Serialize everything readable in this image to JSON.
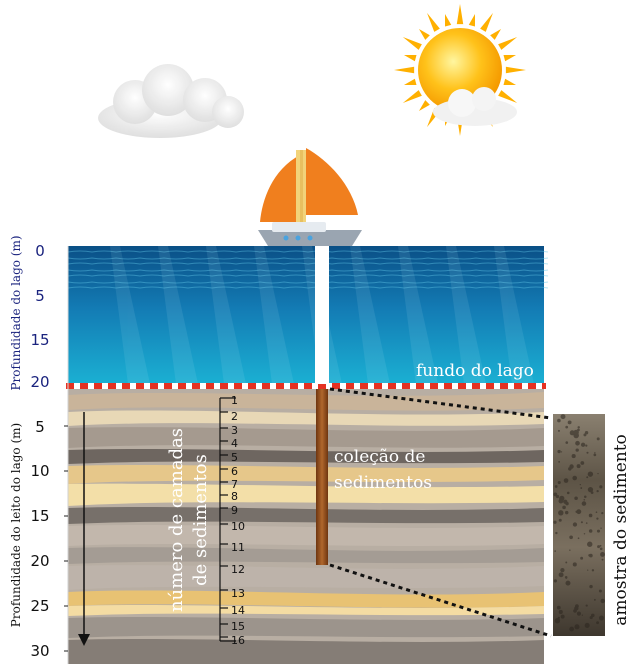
{
  "lake": {
    "axis_label": "Profundidade do lago (m)",
    "ticks": [
      "0",
      "5",
      "15",
      "20"
    ],
    "bottom_label": "fundo do lago"
  },
  "bed": {
    "axis_label": "Profundidade do leito do lago (m)",
    "ticks": [
      "5",
      "10",
      "15",
      "20",
      "25",
      "30"
    ]
  },
  "layers": {
    "label_line1": "número de camadas",
    "label_line2": "de sedimentos",
    "numbers": [
      "1",
      "2",
      "3",
      "4",
      "5",
      "6",
      "7",
      "8",
      "9",
      "10",
      "11",
      "12",
      "13",
      "14",
      "15",
      "16"
    ]
  },
  "core": {
    "label_line1": "coleção de",
    "label_line2": "sedimentos"
  },
  "sample": {
    "label": "amostra do sedimento"
  },
  "colors": {
    "lake_label": "#1a237e",
    "water_top": "#0b5f9a",
    "water_bottom": "#1aa0c8",
    "dashed_line": "#e53222",
    "core_tube": "#8a4a1c",
    "sail": "#f07f1e",
    "sun": "#ffb000"
  },
  "icons": [
    "sun-icon",
    "cloud-icon",
    "sailboat-icon"
  ]
}
